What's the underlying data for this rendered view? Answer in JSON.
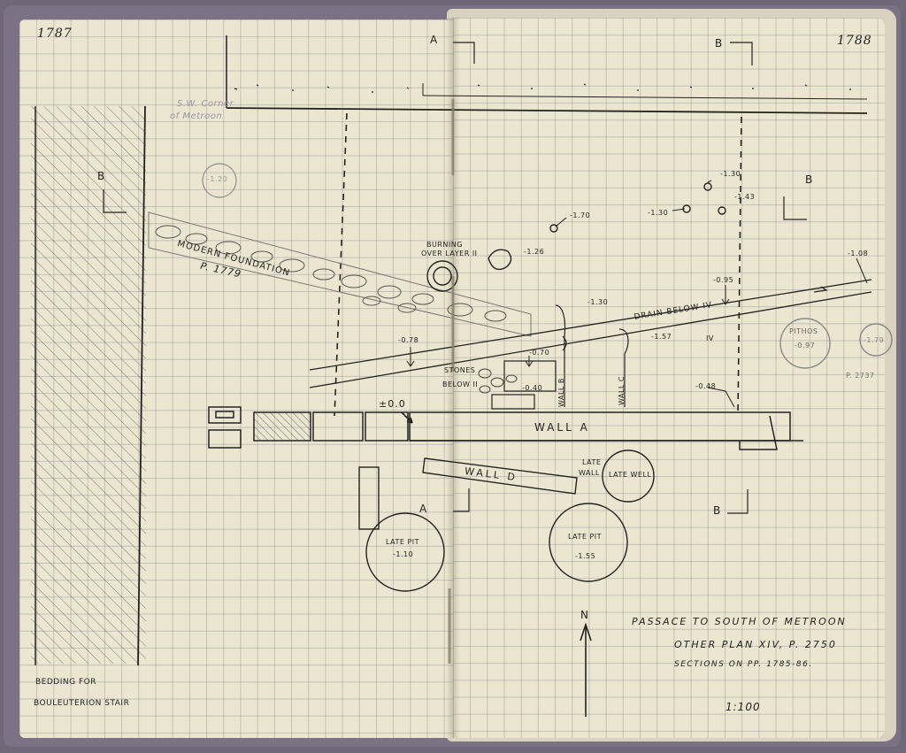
{
  "notebook": {
    "page_left_number": "1787",
    "page_right_number": "1788"
  },
  "labels": {
    "section_a_top": "A",
    "section_b_top": "B",
    "section_b_left": "B",
    "section_b_right": "B",
    "section_a_bottom": "A",
    "section_b_bottom": "B",
    "sw_corner_line1": "S.W. Corner",
    "sw_corner_line2": "of Metroon",
    "modern_foundation": "MODERN FOUNDATION",
    "ref_p1779": "P. 1779",
    "burning_line1": "BURNING",
    "burning_line2": "OVER LAYER II",
    "stones_below_line1": "STONES",
    "stones_below_line2": "BELOW II",
    "drain_below": "DRAIN BELOW IV",
    "wall_a": "WALL A",
    "wall_b": "WALL B",
    "wall_c": "WALL C",
    "wall_d": "WALL D",
    "late_wall_line1": "LATE",
    "late_wall_line2": "WALL",
    "late_well": "LATE WELL",
    "late_pit_1_label": "LATE PIT",
    "late_pit_1_level": "-1.10",
    "late_pit_2_label": "LATE PIT",
    "late_pit_2_level": "-1.55",
    "pithos_label": "PITHOS",
    "pithos_level": "-0.97",
    "ref_p2737": "P. 2737",
    "zero_level": "±0.0",
    "iv_mark": "IV",
    "bedding_line1": "BEDDING FOR",
    "bedding_line2": "BOULEUTERION STAIR",
    "north": "N"
  },
  "levels": {
    "l_120": "-1.20",
    "l_126": "-1.26",
    "l_170": "-1.70",
    "l_130a": "-1.30",
    "l_130b": "-1.30",
    "l_143": "-1.43",
    "l_108": "-1.08",
    "l_095": "-0.95",
    "l_130c": "-1.30",
    "l_078": "-0.78",
    "l_070": "-0.70",
    "l_040": "-0.40",
    "l_157": "-1.57",
    "l_048": "-0.48",
    "l_179": "-1.79"
  },
  "title_block": {
    "line1": "PASSACE TO SOUTH OF METROON",
    "line2": "OTHER PLAN XIV, P. 2750",
    "line3": "SECTIONS ON PP. 1785-86.",
    "scale": "1:100"
  },
  "colors": {
    "paper": "#ece6d0",
    "grid": "#8c8ca0",
    "ink": "#222222",
    "cover": "#6f6878"
  }
}
